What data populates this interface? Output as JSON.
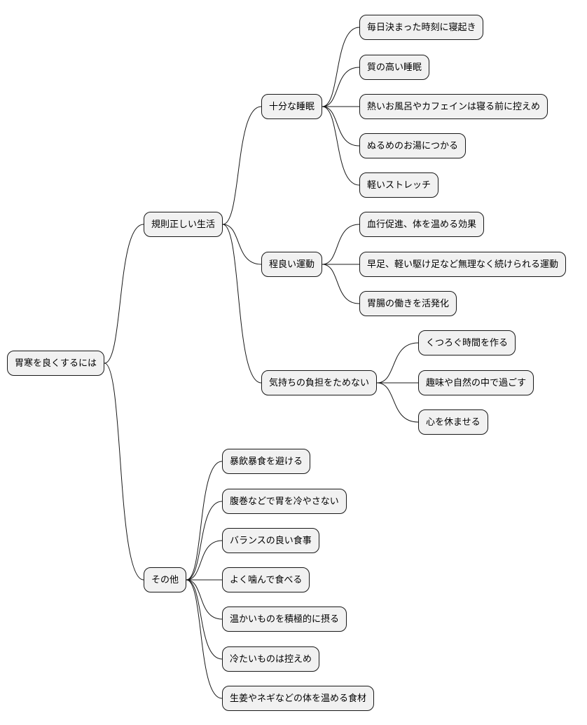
{
  "mindmap": {
    "root": {
      "label": "胃寒を良くするには",
      "children": [
        {
          "label": "規則正しい生活",
          "children": [
            {
              "label": "十分な睡眠",
              "children": [
                {
                  "label": "毎日決まった時刻に寝起き"
                },
                {
                  "label": "質の高い睡眠"
                },
                {
                  "label": "熱いお風呂やカフェインは寝る前に控えめ"
                },
                {
                  "label": "ぬるめのお湯につかる"
                },
                {
                  "label": "軽いストレッチ"
                }
              ]
            },
            {
              "label": "程良い運動",
              "children": [
                {
                  "label": "血行促進、体を温める効果"
                },
                {
                  "label": "早足、軽い駆け足など無理なく続けられる運動"
                },
                {
                  "label": "胃腸の働きを活発化"
                }
              ]
            },
            {
              "label": "気持ちの負担をためない",
              "children": [
                {
                  "label": "くつろぐ時間を作る"
                },
                {
                  "label": "趣味や自然の中で過ごす"
                },
                {
                  "label": "心を休ませる"
                }
              ]
            }
          ]
        },
        {
          "label": "その他",
          "children": [
            {
              "label": "暴飲暴食を避ける"
            },
            {
              "label": "腹巻などで胃を冷やさない"
            },
            {
              "label": "バランスの良い食事"
            },
            {
              "label": "よく噛んで食べる"
            },
            {
              "label": "温かいものを積極的に摂る"
            },
            {
              "label": "冷たいものは控えめ"
            },
            {
              "label": "生姜やネギなどの体を温める食材"
            }
          ]
        }
      ]
    }
  }
}
